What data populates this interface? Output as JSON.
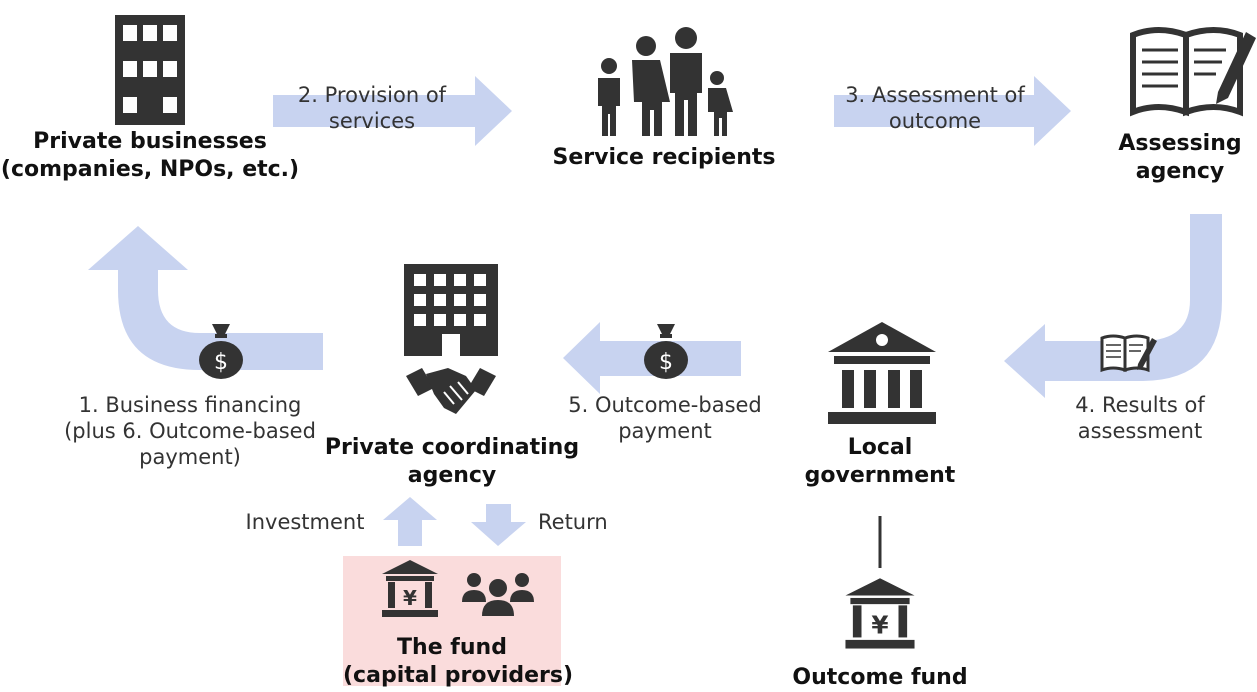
{
  "colors": {
    "arrow": "#c8d3f0",
    "icon": "#333333",
    "fund_bg": "#fadcdc"
  },
  "nodes": {
    "private_businesses": {
      "line1": "Private businesses",
      "line2": "(companies, NPOs, etc.)",
      "icon": "office-building-icon"
    },
    "service_recipients": {
      "label": "Service recipients",
      "icon": "family-icon"
    },
    "assessing_agency": {
      "line1": "Assessing",
      "line2": "agency",
      "icon": "book-pen-icon"
    },
    "coordinating_agency": {
      "line1": "Private coordinating",
      "line2": "agency",
      "icon": "building-handshake-icon"
    },
    "local_government": {
      "line1": "Local",
      "line2": "government",
      "icon": "government-building-icon"
    },
    "the_fund": {
      "line1": "The fund",
      "line2": "(capital providers)",
      "icons": [
        "yen-bank-icon",
        "people-group-icon"
      ]
    },
    "outcome_fund": {
      "label": "Outcome fund",
      "icon": "yen-bank-icon"
    }
  },
  "arrows": {
    "provision": {
      "line1": "2. Provision of",
      "line2": "services"
    },
    "assessment": {
      "line1": "3. Assessment of",
      "line2": "outcome"
    },
    "results": {
      "line1": "4. Results of",
      "line2": "assessment"
    },
    "outcome_payment": {
      "line1": "5. Outcome-based",
      "line2": "payment",
      "icon": "money-bag-icon"
    },
    "financing": {
      "line1": "1. Business financing",
      "line2": "(plus 6. Outcome-based",
      "line3": "payment)",
      "icon": "money-bag-icon"
    },
    "investment": {
      "label": "Investment"
    },
    "return": {
      "label": "Return"
    }
  }
}
